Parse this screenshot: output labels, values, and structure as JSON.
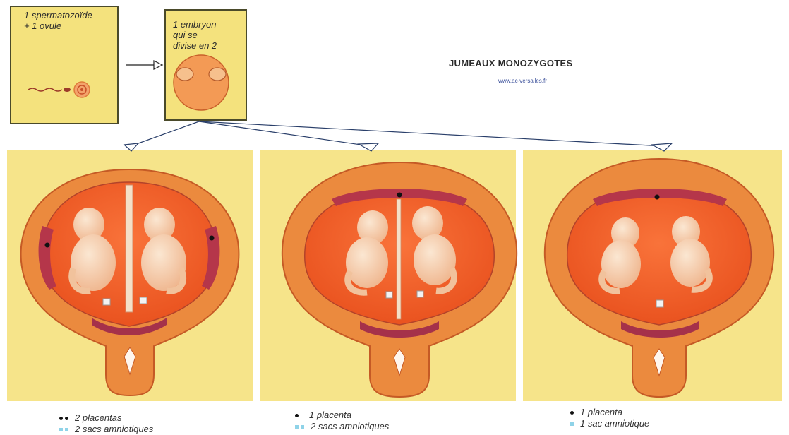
{
  "header": {
    "title": "JUMEAUX MONOZYGOTES",
    "url": "www.ac-versailes.fr"
  },
  "steps": [
    {
      "text": "1 spermatozoïde\n+ 1 ovule"
    },
    {
      "text": "1 embryon\nqui se\ndivise en 2"
    }
  ],
  "panels": [
    {
      "caption_line1": "2 placentas",
      "caption_line2": "2 sacs amniotiques",
      "placenta_dots": 2,
      "amnion_marks": 2
    },
    {
      "caption_line1": "1 placenta",
      "caption_line2": "2 sacs amniotiques",
      "placenta_dots": 1,
      "amnion_marks": 2
    },
    {
      "caption_line1": "1 placenta",
      "caption_line2": "1 sac amniotique",
      "placenta_dots": 1,
      "amnion_marks": 1
    }
  ],
  "colors": {
    "box_fill": "#f4e27d",
    "panel_fill": "#f6e48a",
    "uterus_wall": "#e8873a",
    "uterus_inner": "#f26a1f",
    "placenta": "#b5364a",
    "fetus": "#f7d2b0",
    "amnion_mark": "#8fd3e8"
  }
}
